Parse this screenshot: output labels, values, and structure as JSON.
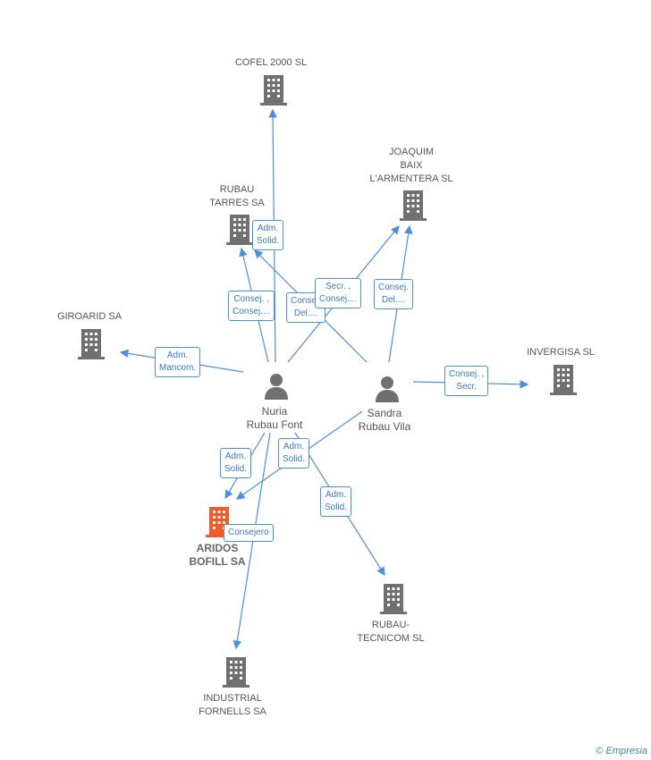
{
  "colors": {
    "edge": "#4a90e2",
    "building": "#707070",
    "building_focus": "#f05a28",
    "person": "#707070"
  },
  "nodes": {
    "cofel": {
      "label": "COFEL 2000 SL",
      "type": "company"
    },
    "joaquim": {
      "label1": "JOAQUIM",
      "label2": "BAIX",
      "label3": "L'ARMENTERA SL",
      "type": "company"
    },
    "rubau_tarres": {
      "label1": "RUBAU",
      "label2": "TARRES SA",
      "type": "company"
    },
    "giroarid": {
      "label": "GIROARID SA",
      "type": "company"
    },
    "invergisa": {
      "label": "INVERGISA SL",
      "type": "company"
    },
    "nuria": {
      "label1": "Nuria",
      "label2": "Rubau Font",
      "type": "person"
    },
    "sandra": {
      "label1": "Sandra",
      "label2": "Rubau Vila",
      "type": "person"
    },
    "aridos": {
      "label1": "ARIDOS",
      "label2": "BOFILL SA",
      "type": "company-focus"
    },
    "rubau_tecnicom": {
      "label1": "RUBAU-",
      "label2": "TECNICOM SL",
      "type": "company"
    },
    "industrial": {
      "label1": "INDUSTRIAL",
      "label2": "FORNELLS SA",
      "type": "company"
    }
  },
  "badges": {
    "b1": {
      "l1": "Adm.",
      "l2": "Solid."
    },
    "b2": {
      "l1": "Consej. ,",
      "l2": "Consej...."
    },
    "b3": {
      "l1": "Consej.",
      "l2": "Del...."
    },
    "b4": {
      "l1": "Secr. ,",
      "l2": "Consej...."
    },
    "b5": {
      "l1": "Consej.",
      "l2": "Del...."
    },
    "b6": {
      "l1": "Adm.",
      "l2": "Mancom."
    },
    "b7": {
      "l1": "Consej. ,",
      "l2": "Secr."
    },
    "b8": {
      "l1": "Adm.",
      "l2": "Solid."
    },
    "b9": {
      "l1": "Adm.",
      "l2": "Solid."
    },
    "b10": {
      "l1": "Adm.",
      "l2": "Solid."
    },
    "b11": {
      "l1": "Consejero"
    }
  },
  "footer": {
    "copyright": "©",
    "brand": "Empresia"
  }
}
